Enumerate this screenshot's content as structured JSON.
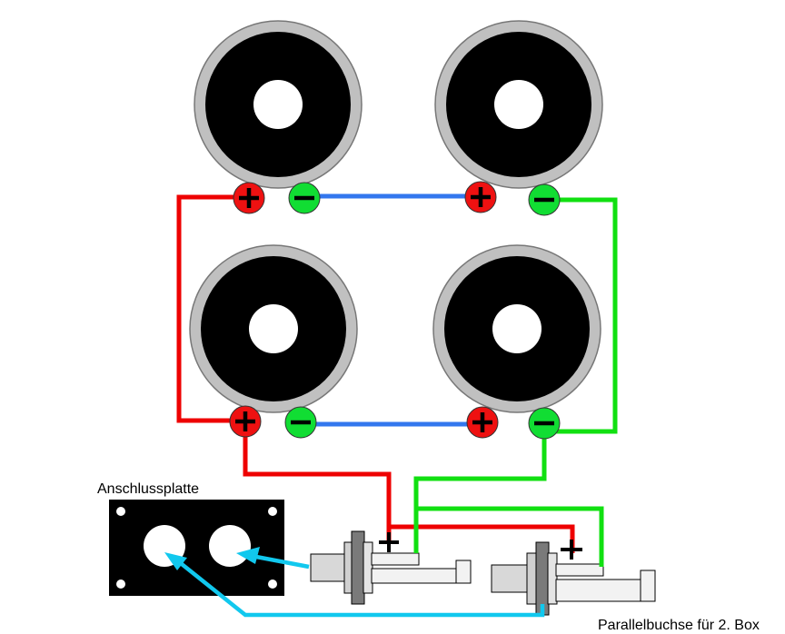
{
  "labels": {
    "connection_plate": "Anschlussplatte",
    "parallel_jack": "Parallelbuchse für 2. Box"
  },
  "colors": {
    "positive_wire": "#ee0000",
    "negative_wire": "#11e011",
    "series_link": "#3377ee",
    "plate_link": "#11c8ee",
    "positive_terminal": "#ee1111",
    "negative_terminal": "#11dd33",
    "speaker_surround": "#c0c0c0",
    "speaker_cone": "#000000"
  },
  "speakers": [
    {
      "position": "top-left",
      "terminals": [
        "+",
        "−"
      ]
    },
    {
      "position": "top-right",
      "terminals": [
        "+",
        "−"
      ]
    },
    {
      "position": "bottom-left",
      "terminals": [
        "+",
        "−"
      ]
    },
    {
      "position": "bottom-right",
      "terminals": [
        "+",
        "−"
      ]
    }
  ],
  "jack_markings": [
    "+",
    "+"
  ]
}
